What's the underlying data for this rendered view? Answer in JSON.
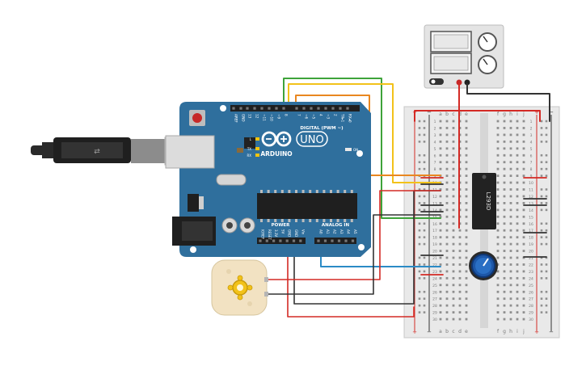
{
  "arduino": {
    "brand": "ARDUINO",
    "model": "UNO",
    "digital_label": "DIGITAL (PWM ~)",
    "power_label": "POWER",
    "analog_label": "ANALOG IN",
    "on_label": "ON",
    "led_l": "L",
    "led_tx": "TX",
    "led_rx": "RX",
    "top_pins": [
      "AREF",
      "GND",
      "13",
      "12",
      "~11",
      "~10",
      "~9",
      "8",
      "7",
      "~6",
      "~5",
      "4",
      "~3",
      "2",
      "TX▸1",
      "RX◂0"
    ],
    "power_pins": [
      "IOREF",
      "RESET",
      "3.3V",
      "5V",
      "GND",
      "GND",
      "Vin"
    ],
    "analog_pins": [
      "A0",
      "A1",
      "A2",
      "A3",
      "A4",
      "A5"
    ]
  },
  "chip": {
    "label": "L293D"
  },
  "breadboard": {
    "cols_left": [
      "a",
      "b",
      "c",
      "d",
      "e"
    ],
    "cols_right": [
      "f",
      "g",
      "h",
      "i",
      "j"
    ],
    "rows": [
      "1",
      "2",
      "3",
      "4",
      "5",
      "6",
      "7",
      "8",
      "9",
      "10",
      "11",
      "12",
      "13",
      "14",
      "15",
      "16",
      "17",
      "18",
      "19",
      "20",
      "21",
      "22",
      "23",
      "24",
      "25",
      "26",
      "27",
      "28",
      "29",
      "30"
    ],
    "plus": "+",
    "minus": "−"
  },
  "colors": {
    "board": "#2f6f9d",
    "wire_red": "#d42a25",
    "wire_black": "#333333",
    "wire_orange": "#e98720",
    "wire_yellow": "#f2c21a",
    "wire_green": "#3ea33a",
    "wire_blue": "#2b8bc6"
  }
}
